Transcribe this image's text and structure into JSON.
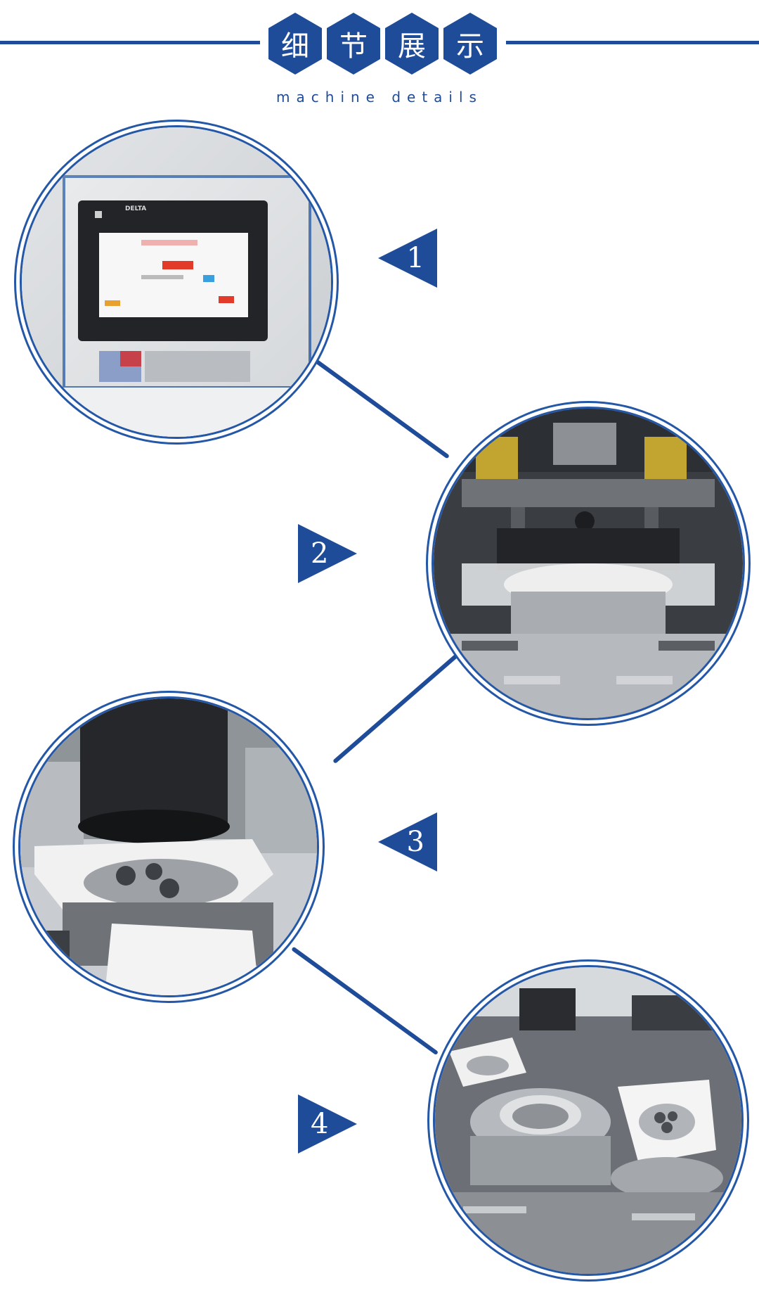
{
  "header": {
    "title_chars": [
      "细",
      "节",
      "展",
      "示"
    ],
    "subtitle": "machine details"
  },
  "steps": [
    {
      "number": "1"
    },
    {
      "number": "2"
    },
    {
      "number": "3"
    },
    {
      "number": "4"
    }
  ],
  "screen": {
    "brand": "DELTA"
  },
  "colors": {
    "accent": "#1f4c99",
    "ring": "#2557a7"
  }
}
